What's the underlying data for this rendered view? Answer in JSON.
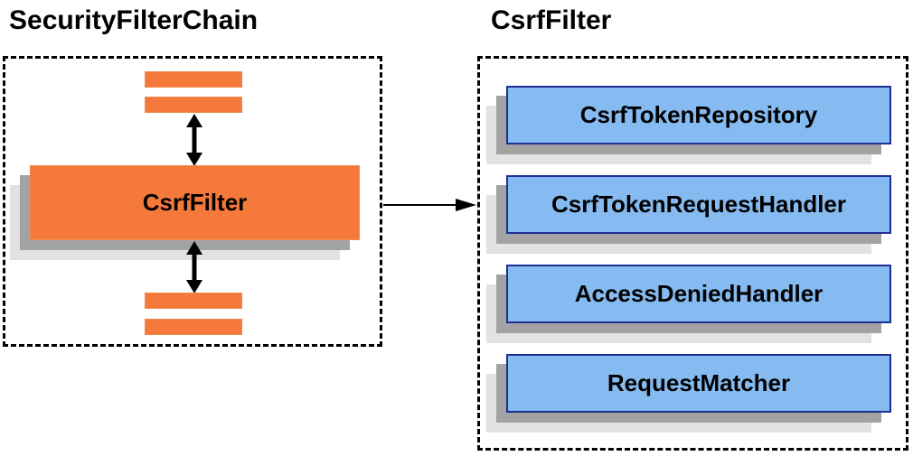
{
  "diagram": {
    "left_panel": {
      "title": "SecurityFilterChain",
      "main_box_label": "CsrfFilter"
    },
    "right_panel": {
      "title": "CsrfFilter",
      "components": [
        "CsrfTokenRepository",
        "CsrfTokenRequestHandler",
        "AccessDeniedHandler",
        "RequestMatcher"
      ]
    },
    "colors": {
      "orange_fill": "#f4793b",
      "orange_border": "#f08a4e",
      "blue_fill": "#85bbf0",
      "blue_border": "#1f2f93",
      "shadow_dark": "#a3a3a3",
      "shadow_light": "#e2e2e2",
      "arrow": "#000000",
      "text": "#000000"
    }
  }
}
